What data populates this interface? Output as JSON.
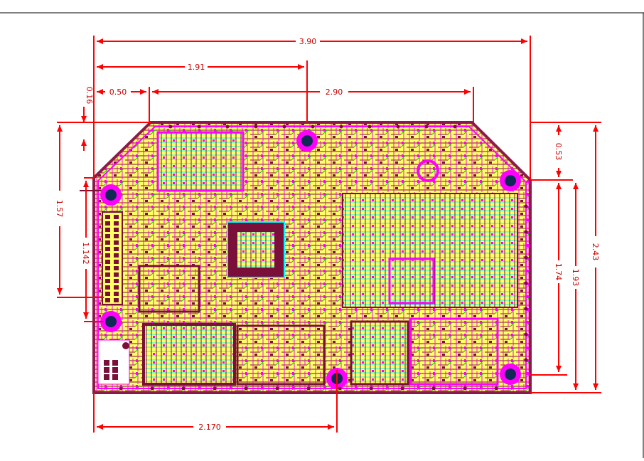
{
  "drawing": {
    "colors": {
      "dimension": "#ff0000",
      "dimension_text": "#cc0000",
      "board_outline": "#8b1a4a",
      "board_fill": "#ffff66",
      "copper_magenta": "#ff00ff",
      "copper_cyan": "#00ffff",
      "copper_green": "#00cc00",
      "pad_dark": "#7a0f3a",
      "frame_line": "#000000"
    },
    "dimensions": [
      {
        "id": "overall-width",
        "label": "3.90"
      },
      {
        "id": "hole-to-hole",
        "label": "1.91"
      },
      {
        "id": "chamfer-left",
        "label": "0.50"
      },
      {
        "id": "top-edge",
        "label": "2.90"
      },
      {
        "id": "offset-left",
        "label": "0.16"
      },
      {
        "id": "chamfer-right",
        "label": "0.53"
      },
      {
        "id": "left-height",
        "label": "1.57"
      },
      {
        "id": "header-height",
        "label": "1.142"
      },
      {
        "id": "right-inner",
        "label": "1.74"
      },
      {
        "id": "right-mid",
        "label": "1.93"
      },
      {
        "id": "overall-height",
        "label": "2.43"
      },
      {
        "id": "bottom-hole",
        "label": "2.170"
      }
    ]
  }
}
